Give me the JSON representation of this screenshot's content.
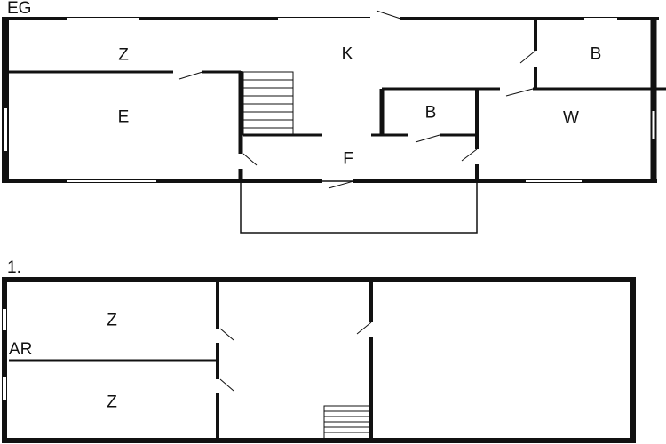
{
  "floors": [
    {
      "label": "EG",
      "rooms": [
        "Z",
        "K",
        "B",
        "E",
        "B",
        "W",
        "F"
      ]
    },
    {
      "label": "1.",
      "rooms": [
        "Z",
        "Z"
      ],
      "annotation": "AR"
    }
  ],
  "colors": {
    "wall": "#111111",
    "background": "#ffffff",
    "window": "#ffffff"
  }
}
